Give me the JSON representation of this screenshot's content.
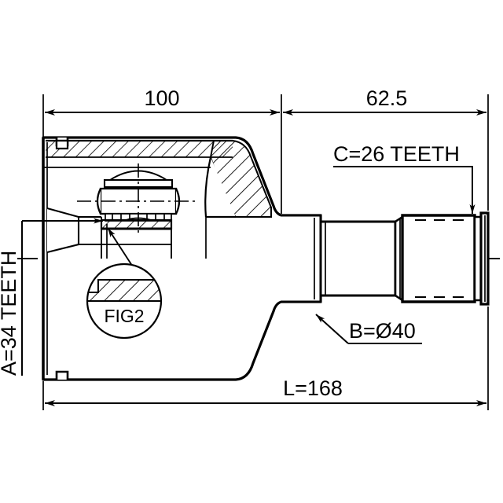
{
  "drawing": {
    "type": "cv-joint-technical-drawing",
    "title": "Inner CV Joint Cross-Section",
    "background_color": "#ffffff",
    "line_color": "#000000"
  },
  "dimensions": {
    "housing_length": {
      "label": "100",
      "name": "dimension-100"
    },
    "shaft_length": {
      "label": "62.5",
      "name": "dimension-62-5"
    },
    "overall_length": {
      "label": "L=168",
      "name": "dimension-overall-length"
    }
  },
  "callouts": {
    "inner_spline": {
      "label": "A=34 TEETH",
      "name": "callout-a-34-teeth"
    },
    "shaft_diameter": {
      "label": "B=Ø40",
      "name": "callout-b-diameter-40"
    },
    "outer_spline": {
      "label": "C=26 TEETH",
      "name": "callout-c-26-teeth"
    },
    "detail_bubble": {
      "label": "FIG2",
      "name": "detail-bubble-fig2"
    }
  }
}
